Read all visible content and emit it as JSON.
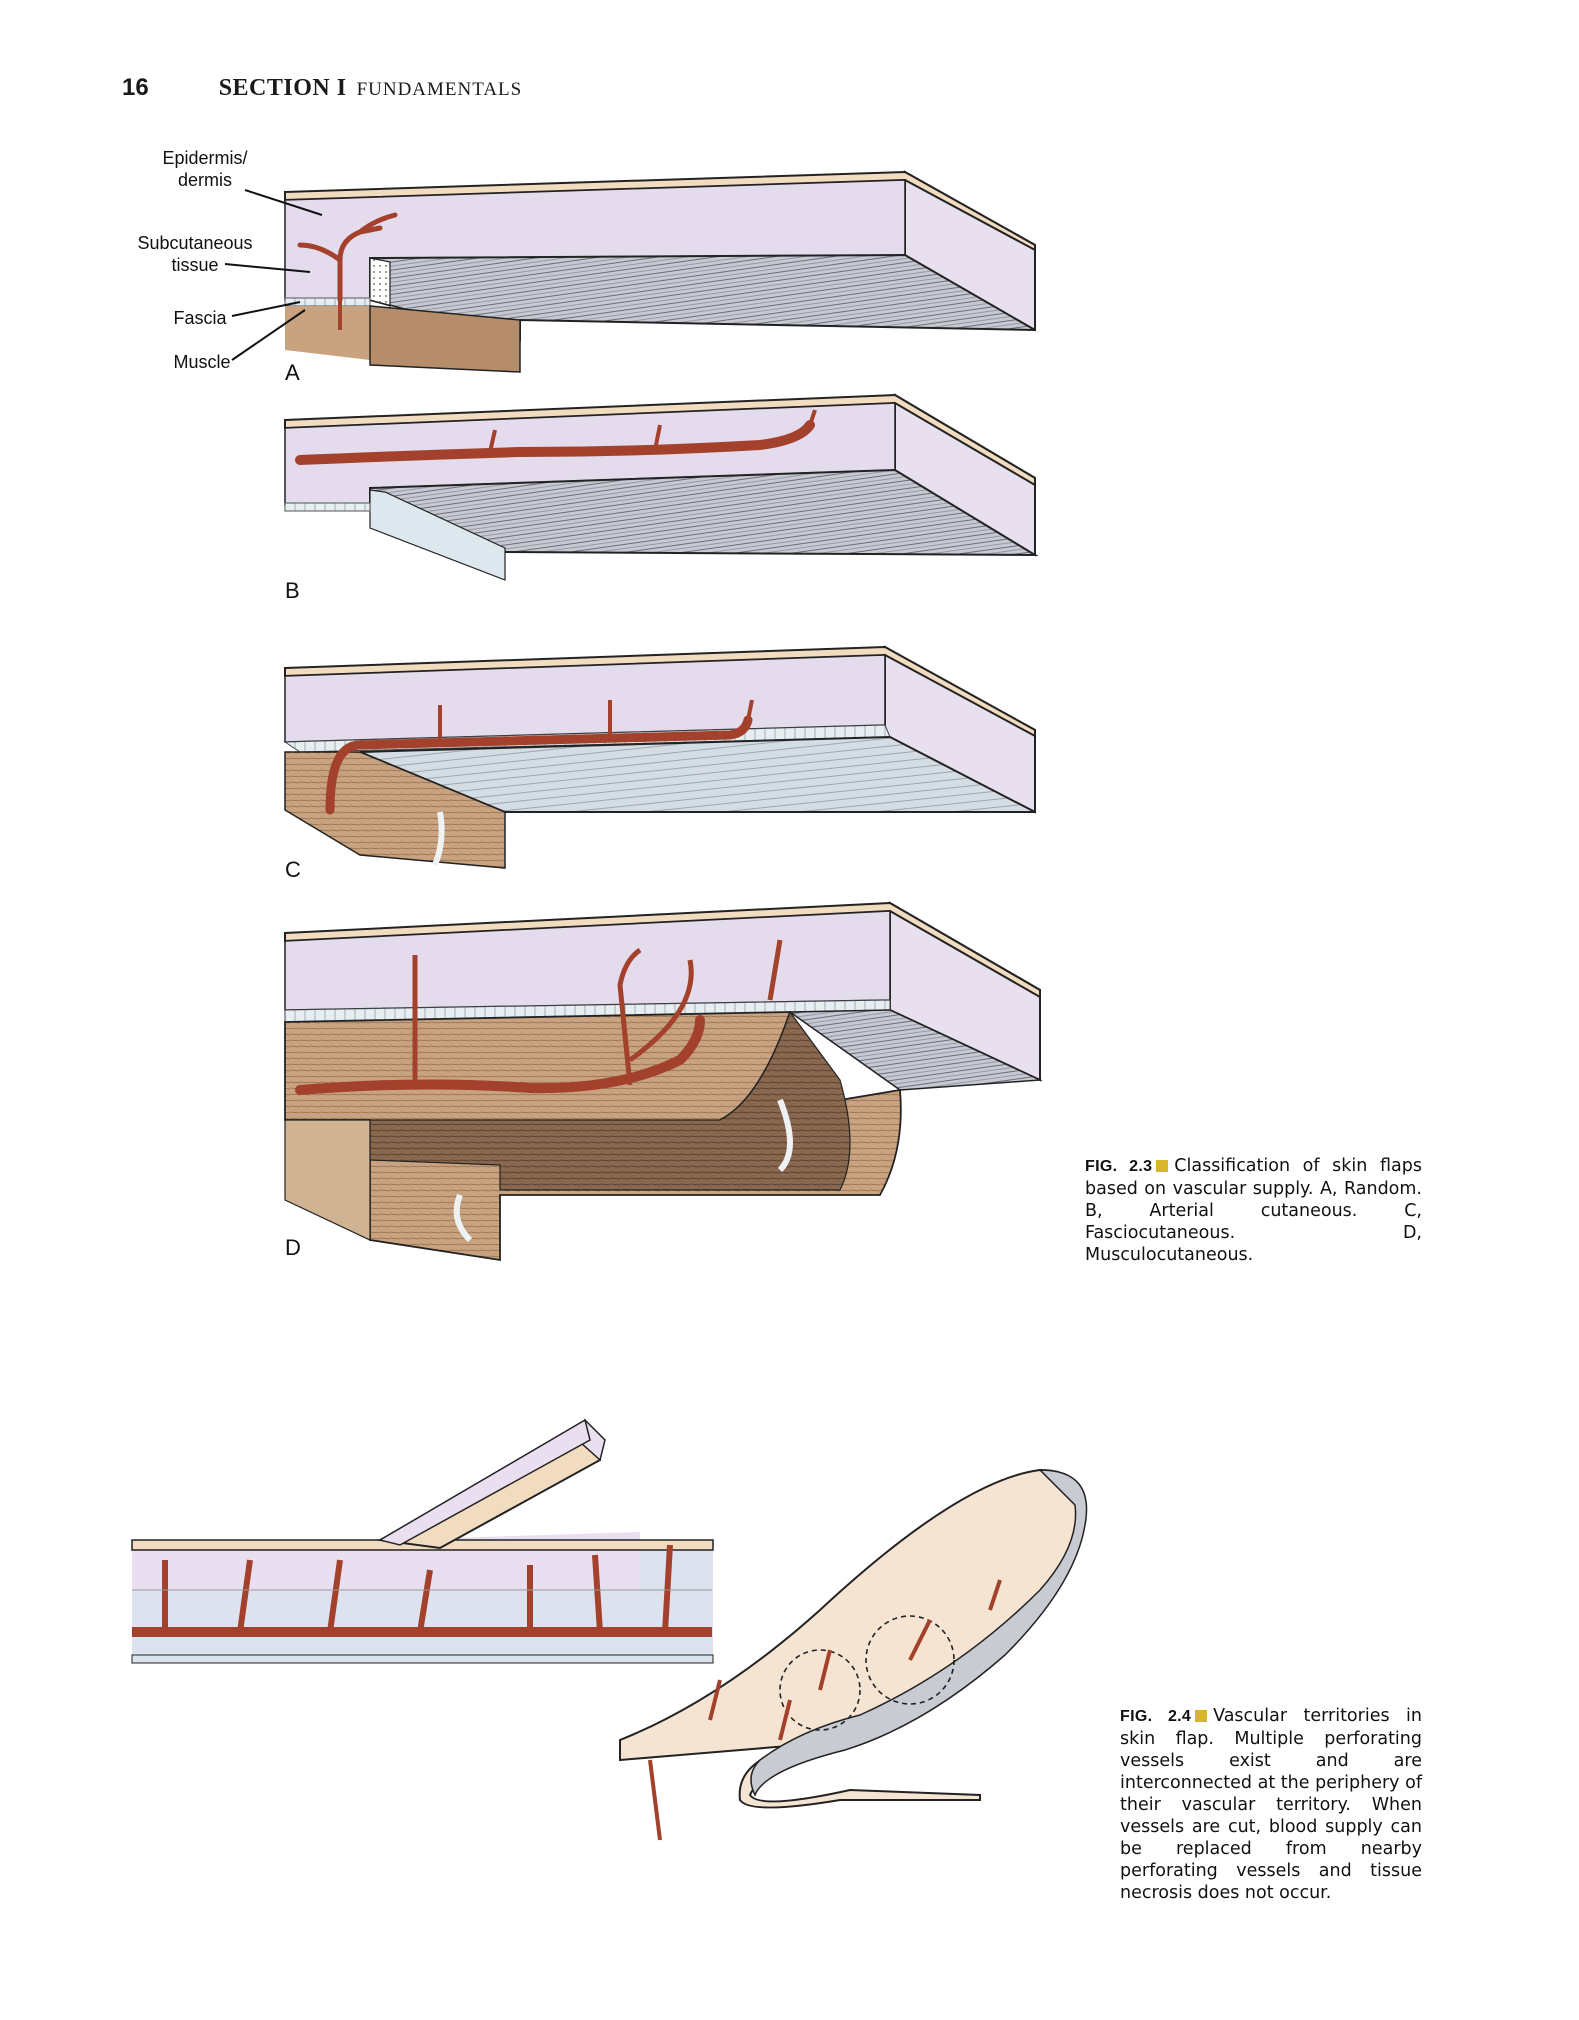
{
  "header": {
    "page_number": "16",
    "section": "SECTION I",
    "section_title": "Fundamentals"
  },
  "labels": {
    "epidermis": "Epidermis/\ndermis",
    "subcutaneous": "Subcutaneous\ntissue",
    "fascia": "Fascia",
    "muscle": "Muscle"
  },
  "panels": {
    "a": "A",
    "b": "B",
    "c": "C",
    "d": "D"
  },
  "fig_2_3": {
    "number": "FIG. 2.3",
    "caption": "Classification of skin flaps based on vascular supply. A, Random. B, Arterial cutaneous. C, Fasciocutaneous. D, Musculocutaneous."
  },
  "fig_2_4": {
    "number": "FIG. 2.4",
    "caption": "Vascular territories in skin flap. Multiple perforating vessels exist and are interconnected at the periphery of their vascular territory. When vessels are cut, blood supply can be replaced from nearby perforating vessels and tissue necrosis does not occur."
  },
  "colors": {
    "skin": "#f2dcc0",
    "subcutaneous": "#e4dcec",
    "fascia": "#dde8ee",
    "muscle": "#c9a37f",
    "vessel": "#a3412c",
    "flap_underside": "#c9cbd3",
    "caption_square": "#d8b62c"
  }
}
